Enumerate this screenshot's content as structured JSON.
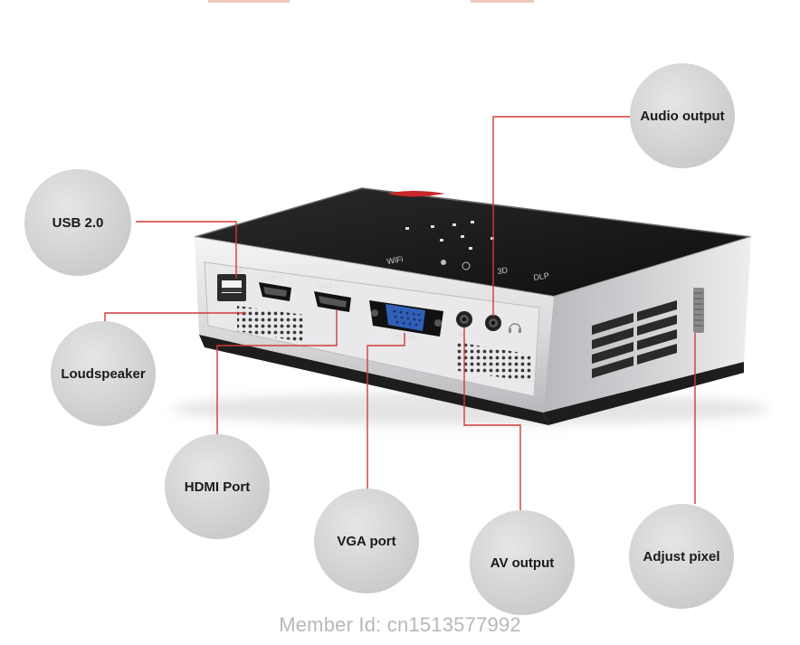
{
  "callouts": {
    "usb": "USB 2.0",
    "loudspeaker": "Loudspeaker",
    "hdmi": "HDMI Port",
    "vga": "VGA port",
    "av": "AV output",
    "audio": "Audio output",
    "adjust": "Adjust pixel"
  },
  "device": {
    "port_usb": "USB",
    "port_hdmi1": "HDMI 1",
    "port_hdmi2": "HDMI 2",
    "port_vga": "PC-RGB",
    "port_av": "AV",
    "top_wifi": "WiFi",
    "top_3d": "3D",
    "top_dlp": "DLP"
  },
  "watermark": "Member Id: cn1513577992",
  "colors": {
    "leader_line": "#d23a3a",
    "bubble_fill": "#d9d9d9",
    "device_top": "#1c1c1c",
    "device_side": "#c8c8cc"
  }
}
